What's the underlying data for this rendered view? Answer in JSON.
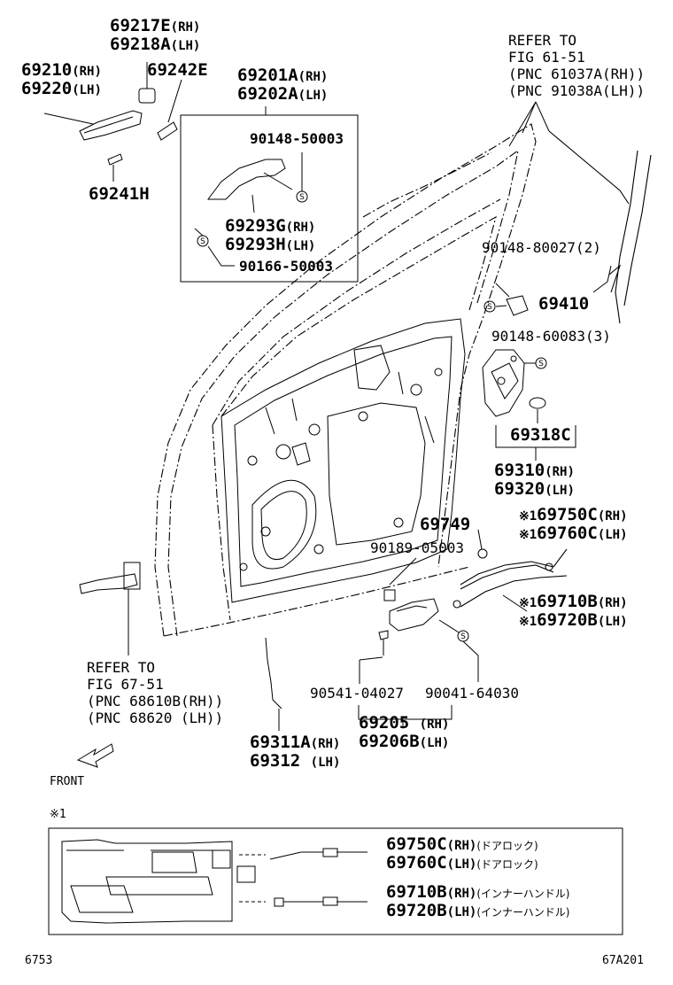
{
  "parts": {
    "p69217": {
      "num": "69217E",
      "side": "(RH)"
    },
    "p69218": {
      "num": "69218A",
      "side": "(LH)"
    },
    "p69210": {
      "num": "69210",
      "side": "(RH)"
    },
    "p69220": {
      "num": "69220",
      "side": "(LH)"
    },
    "p69242": {
      "num": "69242E"
    },
    "p69201": {
      "num": "69201A",
      "side": "(RH)"
    },
    "p69202": {
      "num": "69202A",
      "side": "(LH)"
    },
    "p90148_50003": {
      "num": "90148-50003"
    },
    "p69293g": {
      "num": "69293G",
      "side": "(RH)"
    },
    "p69293h": {
      "num": "69293H",
      "side": "(LH)"
    },
    "p90166": {
      "num": "90166-50003"
    },
    "p69241": {
      "num": "69241H"
    },
    "p90148_80027": {
      "num": "90148-80027",
      "qty": "(2)"
    },
    "p69410": {
      "num": "69410"
    },
    "p90148_60083": {
      "num": "90148-60083",
      "qty": "(3)"
    },
    "p69318": {
      "num": "69318C"
    },
    "p69310": {
      "num": "69310",
      "side": "(RH)"
    },
    "p69320": {
      "num": "69320",
      "side": "(LH)"
    },
    "p69749": {
      "num": "69749"
    },
    "p90189": {
      "num": "90189-05003"
    },
    "p69750": {
      "mark": "※1",
      "num": "69750C",
      "side": "(RH)"
    },
    "p69760": {
      "mark": "※1",
      "num": "69760C",
      "side": "(LH)"
    },
    "p69710": {
      "mark": "※1",
      "num": "69710B",
      "side": "(RH)"
    },
    "p69720": {
      "mark": "※1",
      "num": "69720B",
      "side": "(LH)"
    },
    "p90541": {
      "num": "90541-04027"
    },
    "p90041": {
      "num": "90041-64030"
    },
    "p69205": {
      "num": "69205",
      "side": "(RH)"
    },
    "p69206": {
      "num": "69206B",
      "side": "(LH)"
    },
    "p69311": {
      "num": "69311A",
      "side": "(RH)"
    },
    "p69312": {
      "num": "69312",
      "side": "(LH)"
    }
  },
  "refer_top": {
    "line1": "REFER TO",
    "line2": "FIG 61-51",
    "line3": "(PNC 61037A(RH))",
    "line4": "(PNC 91038A(LH))"
  },
  "refer_left": {
    "line1": "REFER TO",
    "line2": "FIG 67-51",
    "line3": "(PNC 68610B(RH))",
    "line4": "(PNC 68620 (LH))"
  },
  "front_label": "FRONT",
  "footnote_mark": "※1",
  "inset": {
    "rows": [
      {
        "num": "69750C",
        "side": "(RH)",
        "desc": "(ドアロック)"
      },
      {
        "num": "69760C",
        "side": "(LH)",
        "desc": "(ドアロック)"
      },
      {
        "num": "69710B",
        "side": "(RH)",
        "desc": "(インナーハンドル)"
      },
      {
        "num": "69720B",
        "side": "(LH)",
        "desc": "(インナーハンドル)"
      }
    ]
  },
  "footer": {
    "left": "6753",
    "right": "67A201"
  },
  "fastener_symbol": "S"
}
